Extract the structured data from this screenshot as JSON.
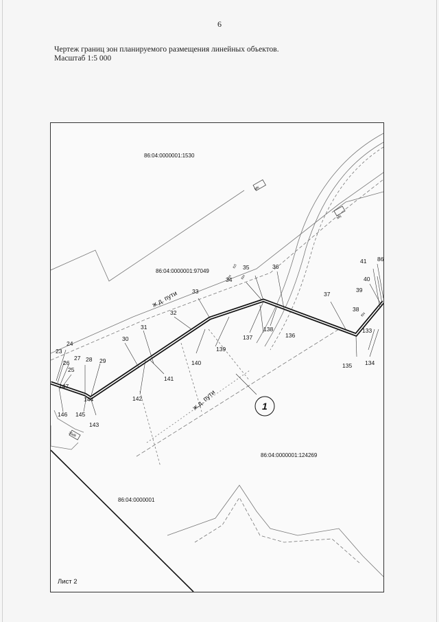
{
  "page_number": "6",
  "heading": {
    "title": "Чертеж границ зон планируемого размещения линейных объектов.",
    "scale": "Масштаб 1:5 000"
  },
  "map": {
    "cadastral_labels": {
      "c1530": "86:04:0000001:1530",
      "c97049": "86:04:0000001:97049",
      "c124269": "86:04:0000001:124269",
      "c0001": "86:04:0000001"
    },
    "rail_labels": {
      "upper": "ж.д. пути",
      "lower": "ж.д. пути"
    },
    "small_marks": {
      "mk1": "МК",
      "mk2": "МК",
      "kl": "КЛ",
      "kn1": "КН",
      "kn2": "КН",
      "kn3": "КН",
      "mark35": "35кВ"
    },
    "zone_number": "1",
    "sheet_label": "Лист 2",
    "points": {
      "p23": "23",
      "p24": "24",
      "p25": "25",
      "p26": "26",
      "p27": "27",
      "p28": "28",
      "p29": "29",
      "p30": "30",
      "p31": "31",
      "p32": "32",
      "p33": "33",
      "p34": "34",
      "p35": "35",
      "p36": "36",
      "p37": "37",
      "p38": "38",
      "p39": "39",
      "p40": "40",
      "p41": "41",
      "p86": "86",
      "p133": "133",
      "p134": "134",
      "p135": "135",
      "p136": "136",
      "p137": "137",
      "p138": "138",
      "p139": "139",
      "p140": "140",
      "p141": "141",
      "p142": "142",
      "p143": "143",
      "p144": "144",
      "p145": "145",
      "p146": "146",
      "p147": "147"
    }
  }
}
